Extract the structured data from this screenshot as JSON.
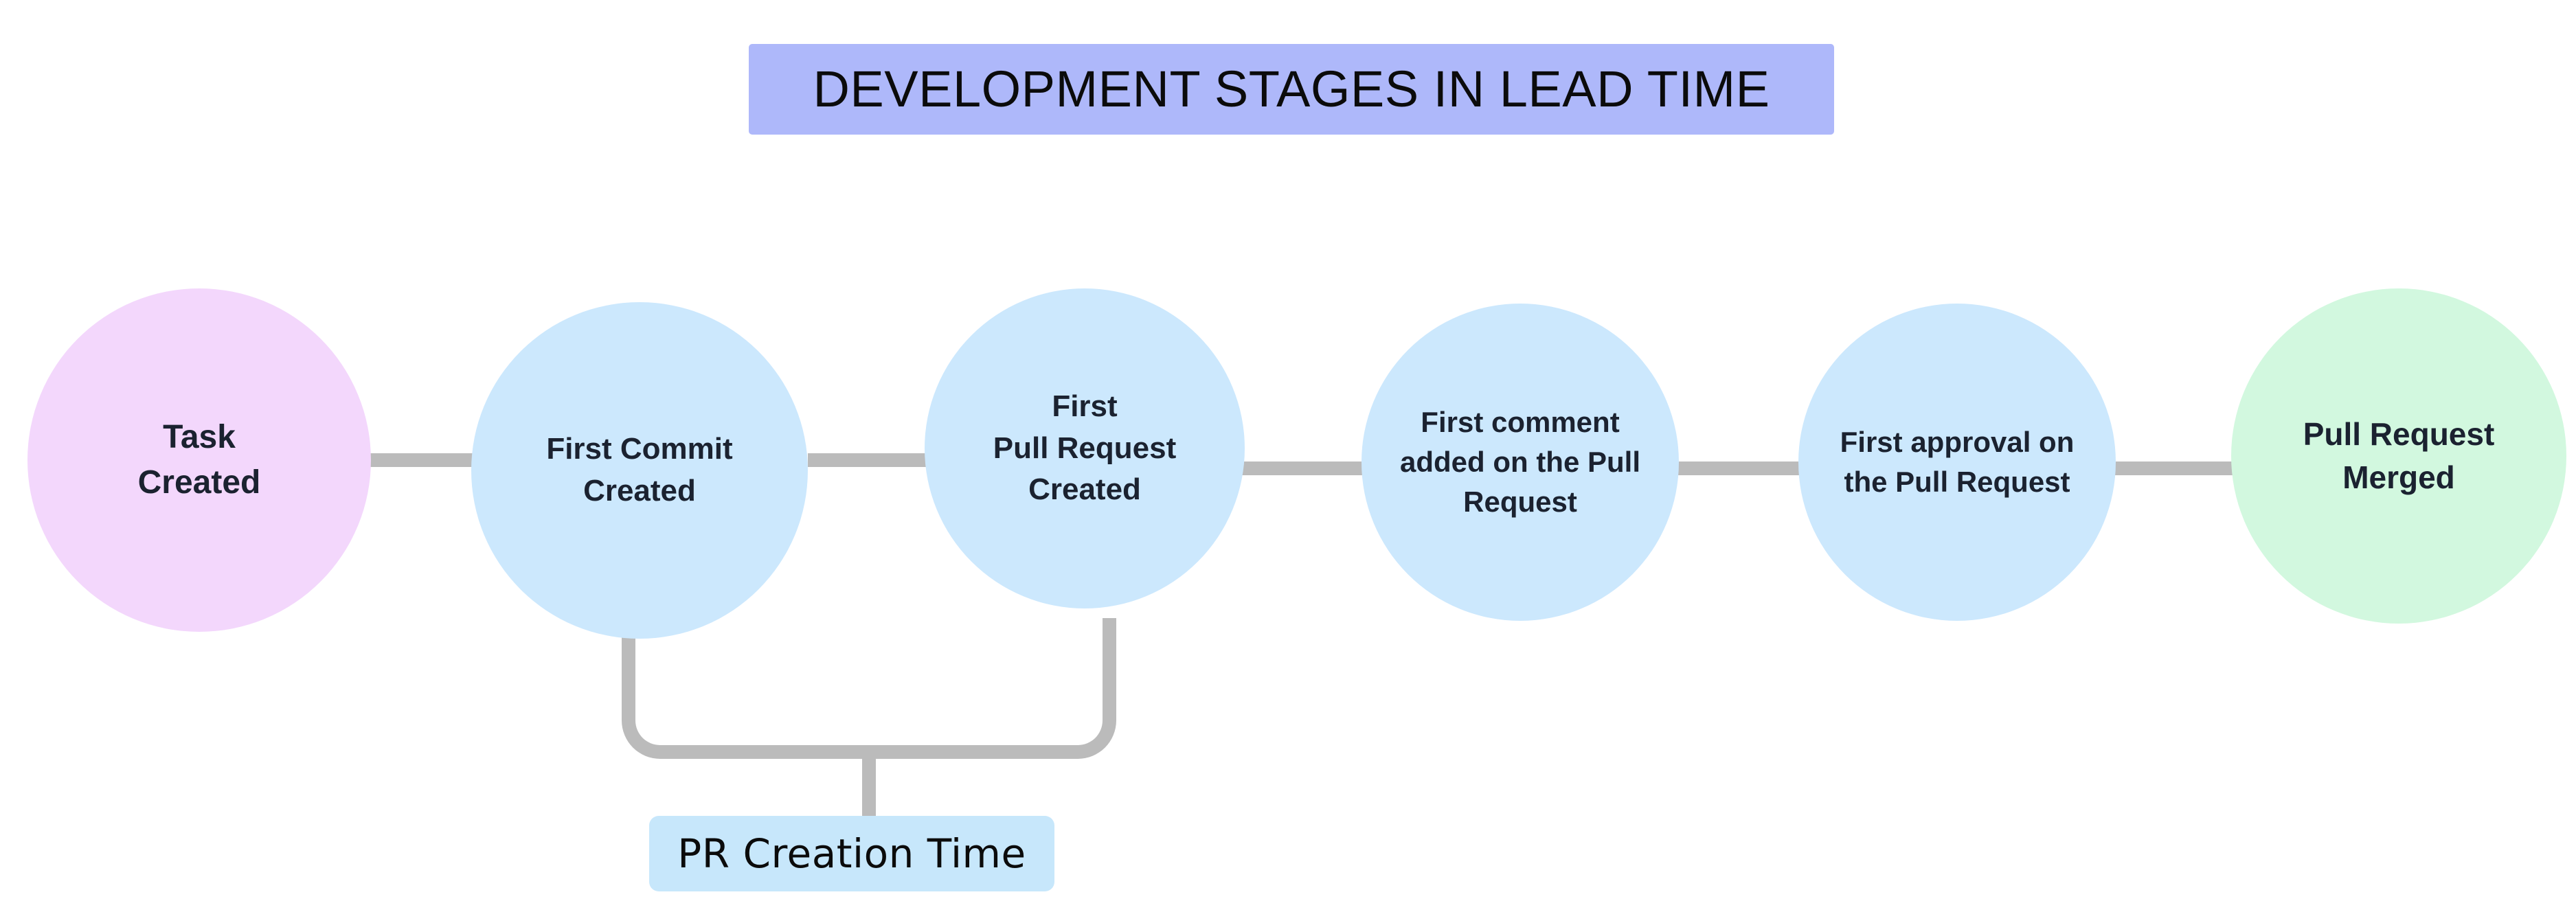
{
  "diagram": {
    "title": "DEVELOPMENT STAGES IN LEAD TIME",
    "background_color": "#FFFFFF",
    "title_background_color": "#AEB8FA",
    "connector_color": "#BBBBBB",
    "stages": [
      {
        "id": "task-created",
        "label": "Task\nCreated",
        "color": "#F3D7FC",
        "kind": "start"
      },
      {
        "id": "first-commit-created",
        "label": "First Commit\nCreated",
        "color": "#CCE8FD",
        "kind": "mid"
      },
      {
        "id": "first-pull-request-created",
        "label": "First\nPull Request\nCreated",
        "color": "#CCE8FD",
        "kind": "mid"
      },
      {
        "id": "first-comment-added",
        "label": "First comment\nadded on the Pull\nRequest",
        "color": "#CCE8FD",
        "kind": "mid"
      },
      {
        "id": "first-approval",
        "label": "First approval on\nthe Pull Request",
        "color": "#CCE8FD",
        "kind": "mid"
      },
      {
        "id": "pull-request-merged",
        "label": "Pull Request\nMerged",
        "color": "#D2F8DF",
        "kind": "end"
      }
    ],
    "annotation": {
      "id": "pr-creation-time",
      "label": "PR Creation Time",
      "color": "#C7E7FB",
      "spans_from": "first-commit-created",
      "spans_to": "first-pull-request-created"
    }
  }
}
